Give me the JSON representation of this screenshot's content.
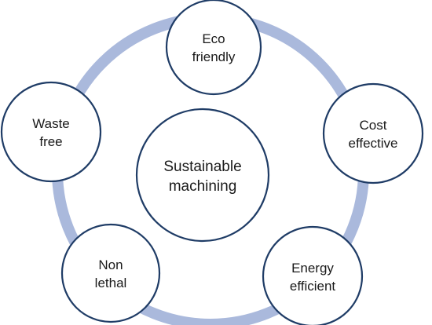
{
  "diagram": {
    "center": {
      "lines": [
        "Sustainable",
        "machining"
      ]
    },
    "nodes": [
      {
        "id": "eco-friendly",
        "lines": [
          "Eco",
          "friendly"
        ]
      },
      {
        "id": "cost-effective",
        "lines": [
          "Cost",
          "effective"
        ]
      },
      {
        "id": "energy-efficient",
        "lines": [
          "Energy",
          "efficient"
        ]
      },
      {
        "id": "non-lethal",
        "lines": [
          "Non",
          "lethal"
        ]
      },
      {
        "id": "waste-free",
        "lines": [
          "Waste",
          "free"
        ]
      }
    ],
    "colors": {
      "ring": "#aab9dc",
      "node_stroke": "#1f3c66",
      "node_fill": "#ffffff",
      "text": "#1a1a1a"
    }
  }
}
